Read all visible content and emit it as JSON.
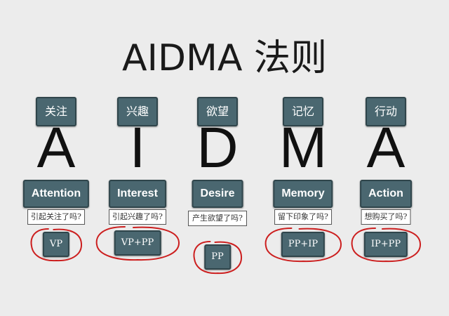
{
  "title": "AIDMA 法则",
  "accent_color": "#4a6770",
  "circle_color": "#cc1f1f",
  "columns": [
    {
      "zh": "关注",
      "letter": "A",
      "en": "Attention",
      "question": "引起关注了吗?",
      "tag": "VP"
    },
    {
      "zh": "兴趣",
      "letter": "I",
      "en": "Interest",
      "question": "引起兴趣了吗?",
      "tag": "VP+PP"
    },
    {
      "zh": "欲望",
      "letter": "D",
      "en": "Desire",
      "question": "产生欲望了吗?",
      "tag": "PP"
    },
    {
      "zh": "记忆",
      "letter": "M",
      "en": "Memory",
      "question": "留下印象了吗?",
      "tag": "PP+IP"
    },
    {
      "zh": "行动",
      "letter": "A",
      "en": "Action",
      "question": "想购买了吗?",
      "tag": "IP+PP"
    }
  ]
}
